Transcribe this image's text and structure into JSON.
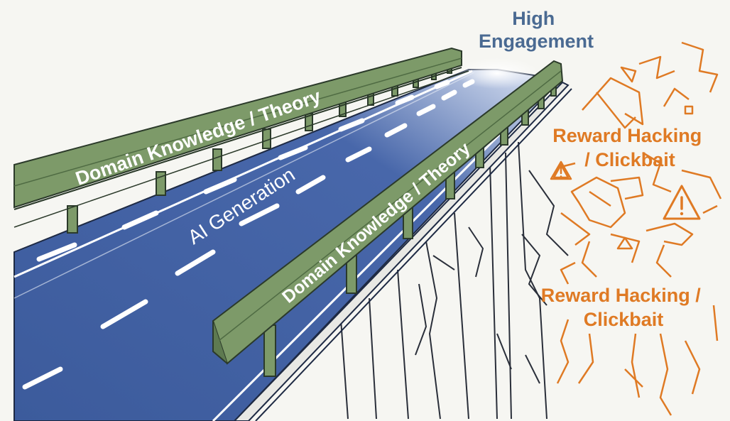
{
  "labels": {
    "destination": "High\nEngagement",
    "guardrail_left": "Domain Knowledge / Theory",
    "guardrail_right": "Domain Knowledge / Theory",
    "road": "AI Generation",
    "hazard_upper": "Reward Hacking\n/ Clickbait",
    "hazard_lower": "Reward Hacking /\nClickbait"
  },
  "colors": {
    "road": "#3f5f9f",
    "road_edge": "#1e2a44",
    "lane_marking": "#ffffff",
    "guardrail": "#7d9a69",
    "guardrail_dark": "#4f6b43",
    "destination_text": "#4a6a92",
    "hazard": "#df7a24",
    "line_art": "#2a2f3a",
    "background": "#f6f6f2"
  }
}
